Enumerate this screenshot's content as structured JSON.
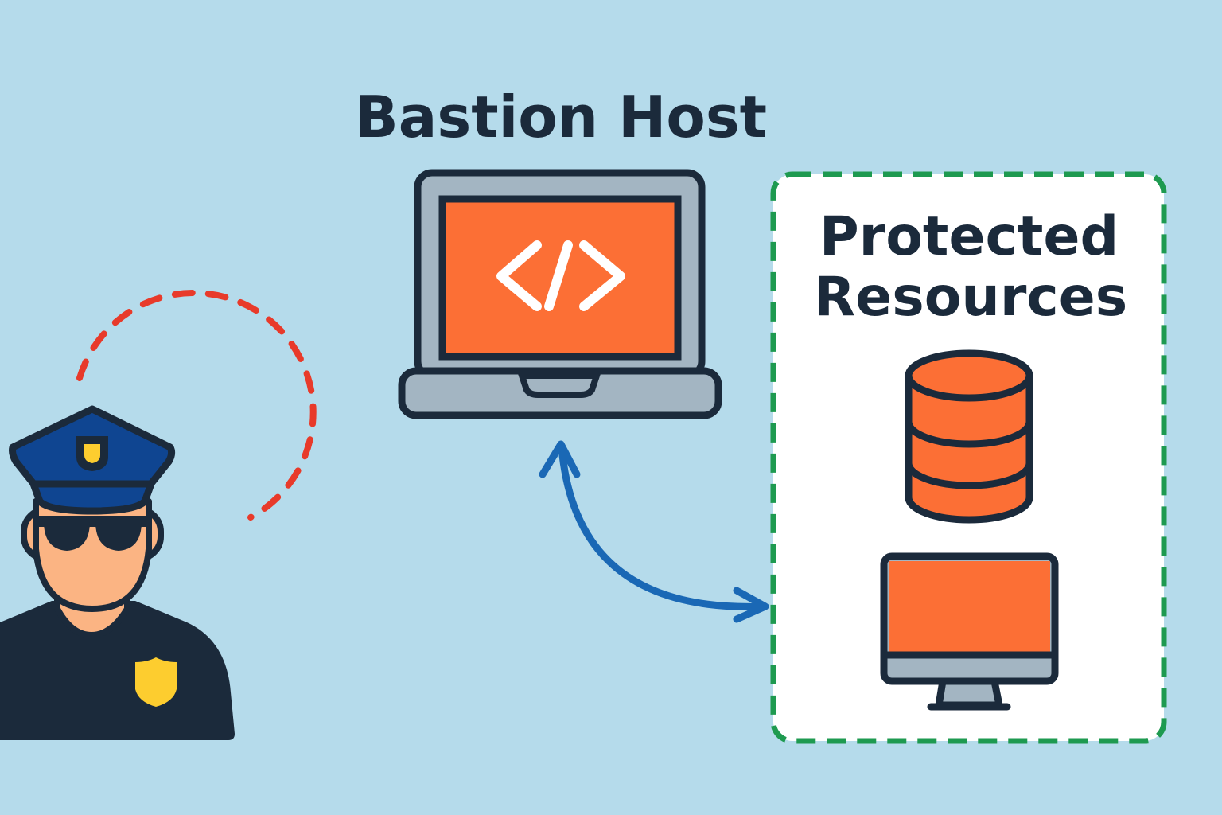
{
  "bastion": {
    "title": "Bastion Host",
    "icon": "laptop-code-icon"
  },
  "protected": {
    "title_line1": "Protected",
    "title_line2": "Resources",
    "icons": [
      "database-icon",
      "monitor-icon"
    ]
  },
  "guard": {
    "icon": "security-guard-icon"
  },
  "colors": {
    "background": "#b5dbeb",
    "outline": "#1b2a3b",
    "orange": "#fc6f35",
    "gray": "#a3b5c2",
    "cap_blue": "#0f4591",
    "badge_yellow": "#fdcd2f",
    "skin": "#fbb483",
    "dashed_red": "#e83a2a",
    "dashed_green": "#1e9a50",
    "arrow_blue": "#1a68b5"
  }
}
